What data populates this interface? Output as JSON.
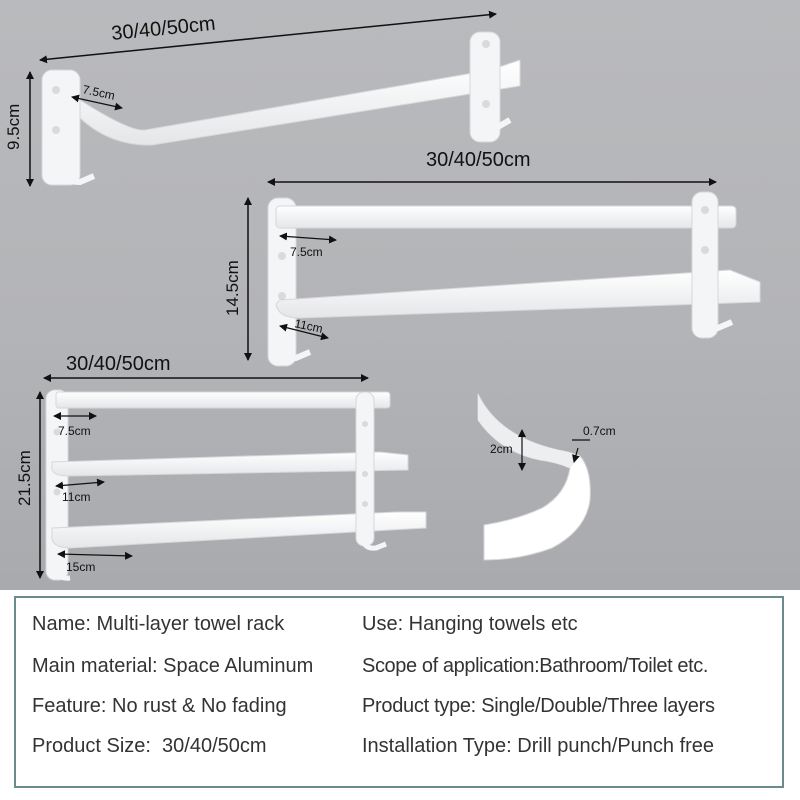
{
  "dimensions": {
    "rack1_width": "30/40/50cm",
    "rack1_height": "9.5cm",
    "rack1_depth": "7.5cm",
    "rack2_width": "30/40/50cm",
    "rack2_height": "14.5cm",
    "rack2_depth_top": "7.5cm",
    "rack2_depth_bottom": "11cm",
    "rack3_width": "30/40/50cm",
    "rack3_height": "21.5cm",
    "rack3_depth_top": "7.5cm",
    "rack3_depth_mid": "11cm",
    "rack3_depth_bottom": "15cm",
    "profile_height": "2cm",
    "profile_thickness": "0.7cm"
  },
  "specs": {
    "name": "Name: Multi-layer towel rack",
    "use": "Use: Hanging towels etc",
    "material": "Main material: Space Aluminum",
    "scope": "Scope of application:Bathroom/Toilet etc.",
    "feature": "Feature: No rust & No fading",
    "product_type": "Product type: Single/Double/Three layers",
    "size": "Product Size:  30/40/50cm",
    "installation": "Installation Type: Drill punch/Punch free"
  },
  "colors": {
    "wall": "#b4b5b8",
    "rack": "#ffffff",
    "panel_border": "#6b8b8f"
  }
}
